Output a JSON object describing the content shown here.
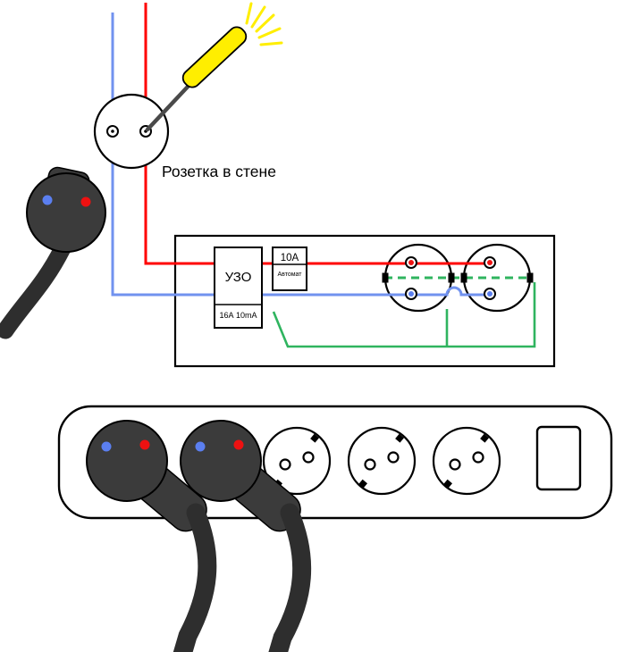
{
  "labels": {
    "wall_socket": "Розетка в стене",
    "rcd": "УЗО",
    "rcd_rating": "16А 10mA",
    "breaker_rating": "10А",
    "breaker_label": "Автомат"
  },
  "colors": {
    "phase_wire": "#ff0000",
    "neutral_wire": "#7192ef",
    "ground_wire": "#2fb45f",
    "tester_yellow": "#ffee00",
    "plug_body": "#3b3b3b",
    "cable_black": "#2e2e2e",
    "red_pin": "#ee1111",
    "blue_pin": "#5b7ff0"
  }
}
